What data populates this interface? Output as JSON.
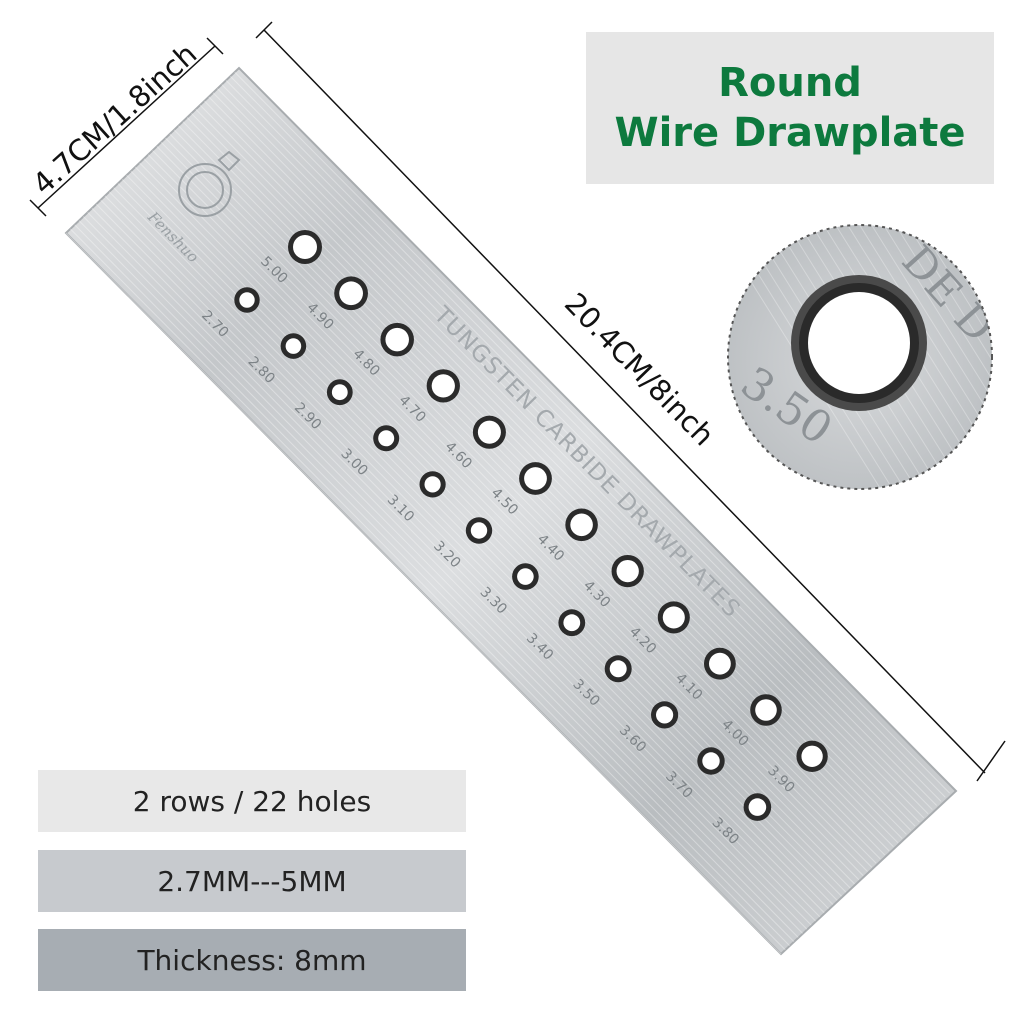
{
  "title": {
    "line1": "Round",
    "line2": "Wire Drawplate"
  },
  "dimensions": {
    "width": "4.7CM/1.8inch",
    "length": "20.4CM/8inch"
  },
  "plate": {
    "engraving": "TUNGSTEN CARBIDE DRAWPLATES",
    "brand": "Fenshuo",
    "row_top_sizes": [
      "5.00",
      "4.90",
      "4.80",
      "4.70",
      "4.60",
      "4.50",
      "4.40",
      "4.30",
      "4.20",
      "4.10",
      "4.00",
      "3.90"
    ],
    "row_bottom_sizes": [
      "2.70",
      "2.80",
      "2.90",
      "3.00",
      "3.10",
      "3.20",
      "3.30",
      "3.40",
      "3.50",
      "3.60",
      "3.70",
      "3.80"
    ]
  },
  "zoom": {
    "label": "3.50",
    "partial_text": "DE D"
  },
  "specs": {
    "rows_holes": "2 rows / 22 holes",
    "range": "2.7MM---5MM",
    "thickness": "Thickness: 8mm"
  },
  "colors": {
    "title_green": "#0d7a3e",
    "steel": "#c9cccf",
    "hole": "#111111"
  }
}
